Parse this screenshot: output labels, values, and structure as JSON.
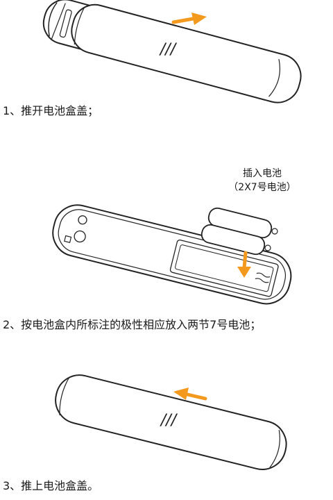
{
  "steps": [
    {
      "caption": "1、推开电池盒盖；",
      "label": "///"
    },
    {
      "caption": "2、按电池盒内所标注的极性相应放入两节7号电池；",
      "note_line1": "插入电池",
      "note_line2": "（2X7号电池）"
    },
    {
      "caption": "3、推上电池盒盖。",
      "label": "///"
    }
  ],
  "colors": {
    "arrow": "#f39a1e",
    "outline": "#222222"
  },
  "icons": [
    "arrow-right-icon",
    "arrow-down-icon",
    "arrow-left-icon",
    "battery-icon"
  ]
}
